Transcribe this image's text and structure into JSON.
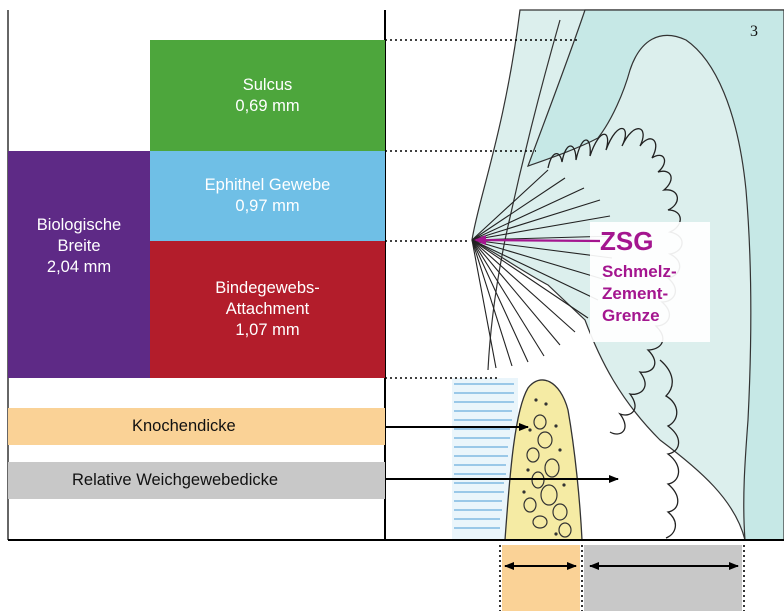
{
  "figure_number": "3",
  "zones": {
    "sulcus": {
      "name": "Sulcus",
      "value": "0,69 mm",
      "color": "#4da63c"
    },
    "epithel": {
      "name": "Ephithel Gewebe",
      "value": "0,97 mm",
      "color": "#6fbfe6"
    },
    "binde": {
      "name": "Bindegewebs-\nAttachment",
      "value": "1,07 mm",
      "color": "#b31d2b"
    },
    "biologische": {
      "name": "Biologische\nBreite",
      "value": "2,04 mm",
      "color": "#5e2a86"
    }
  },
  "bars": {
    "knochen": {
      "label": "Knochendicke",
      "color": "#fad296"
    },
    "weich": {
      "label": "Relative Weichgewebedicke",
      "color": "#c8c8c8"
    }
  },
  "zsg": {
    "abbr": "ZSG",
    "line1": "Schmelz-",
    "line2": "Zement-",
    "line3": "Grenze",
    "color": "#a4168f"
  },
  "tissue_colors": {
    "enamel": "#c6e8e6",
    "gingiva": "#dcefed",
    "bone": "#f5eba4",
    "ligament": "#a9d3ee"
  }
}
